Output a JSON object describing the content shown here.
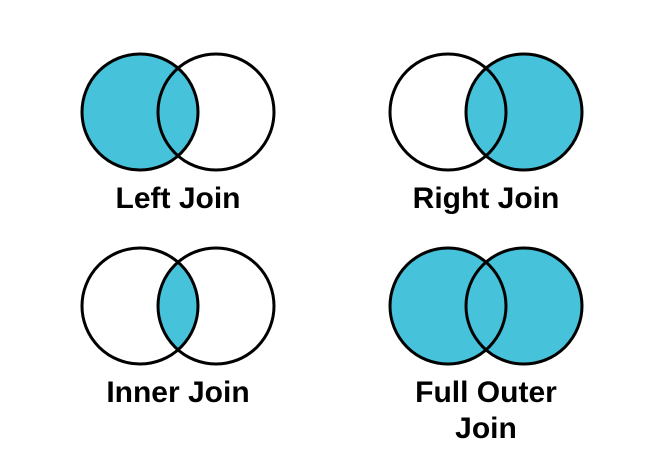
{
  "colors": {
    "accent": "#46C3DB",
    "empty": "#FFFFFF",
    "outline": "#000000",
    "label": "#000000",
    "background": "#FFFFFF"
  },
  "diagrams": [
    {
      "id": "left-join",
      "label": "Left Join",
      "regions": {
        "left": true,
        "intersection": true,
        "right": false
      }
    },
    {
      "id": "right-join",
      "label": "Right Join",
      "regions": {
        "left": false,
        "intersection": true,
        "right": true
      }
    },
    {
      "id": "inner-join",
      "label": "Inner Join",
      "regions": {
        "left": false,
        "intersection": true,
        "right": false
      }
    },
    {
      "id": "full-outer-join",
      "label": "Full Outer Join",
      "regions": {
        "left": true,
        "intersection": true,
        "right": true
      }
    }
  ]
}
